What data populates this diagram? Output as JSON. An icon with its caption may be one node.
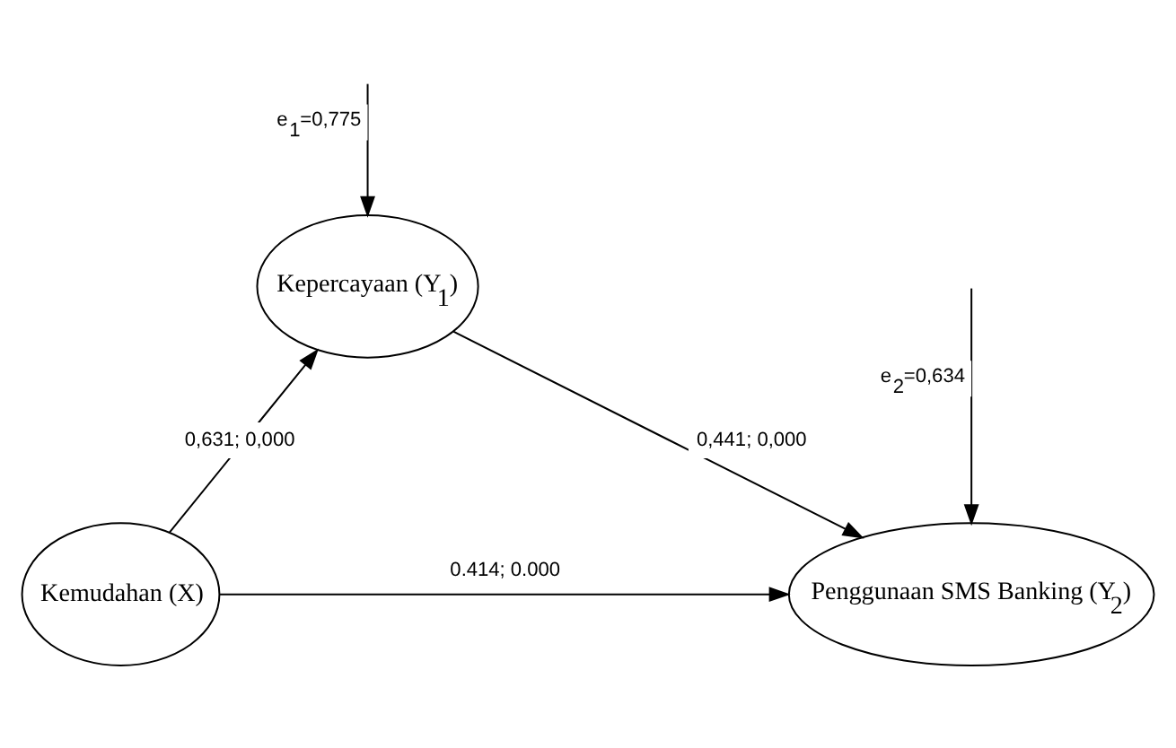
{
  "diagram": {
    "nodes": [
      {
        "text": [
          "Kepercayaan (Y$_{1}$)"
        ]
      },
      {
        "text": [
          "Kemudahan (X)"
        ]
      },
      {
        "text": [
          "Penggunaan SMS Banking (Y$_{2}$)"
        ]
      }
    ],
    "edges": [
      {
        "from": null,
        "to": 0,
        "arrow": "to",
        "label": "e$_{1}$=0,775"
      },
      {
        "from": 1,
        "to": 0,
        "arrow": "to",
        "label": "0,631; 0,000"
      },
      {
        "from": 0,
        "to": 2,
        "arrow": "to",
        "label": "0,441; 0,000"
      },
      {
        "from": null,
        "to": 2,
        "arrow": "to",
        "label": "e$_{2}$=0,634"
      },
      {
        "from": 1,
        "to": 2,
        "arrow": "to",
        "label": "0.414; 0.000"
      }
    ]
  }
}
